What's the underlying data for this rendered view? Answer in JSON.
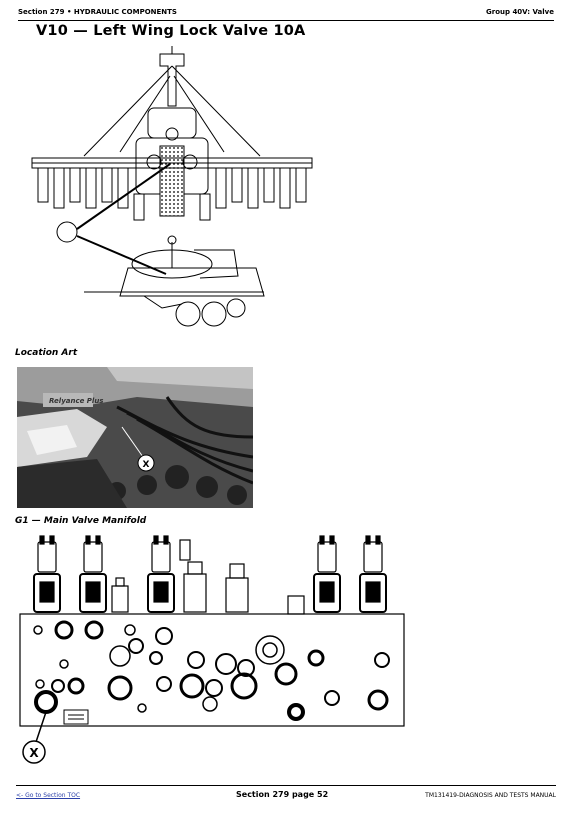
{
  "header": {
    "left": "Section 279 • HYDRAULIC COMPONENTS",
    "right": "Group 40V: Valve"
  },
  "title": "V10 — Left Wing Lock Valve 10A",
  "captions": {
    "location_art": "Location Art",
    "manifold": "G1 — Main Valve Manifold"
  },
  "photo": {
    "label": "X",
    "brand_text": "Relyance Plus"
  },
  "manifold": {
    "callout_label": "X"
  },
  "footer": {
    "toc_link": "<- Go to Section TOC",
    "page": "Section 279 page 52",
    "manual": "TM131419-DIAGNOSIS AND TESTS MANUAL"
  }
}
